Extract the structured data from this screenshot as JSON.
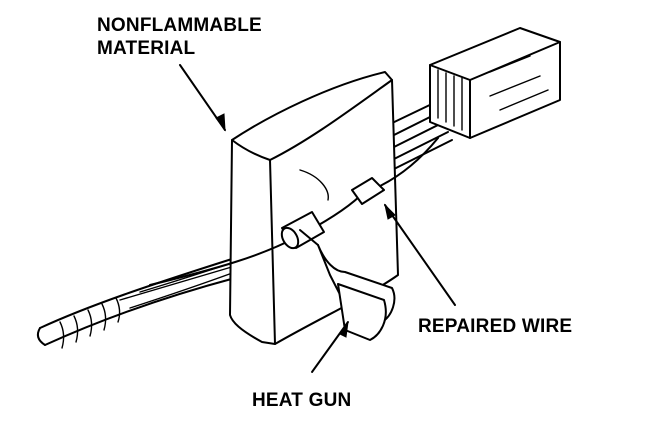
{
  "labels": {
    "nonflammable_line1": "NONFLAMMABLE",
    "nonflammable_line2": "MATERIAL",
    "repaired_wire": "REPAIRED WIRE",
    "heat_gun": "HEAT GUN"
  },
  "icons": {
    "connector": "multi-pin-connector-icon",
    "block": "nonflammable-block-icon",
    "heat_gun": "heat-gun-nozzle-icon"
  }
}
